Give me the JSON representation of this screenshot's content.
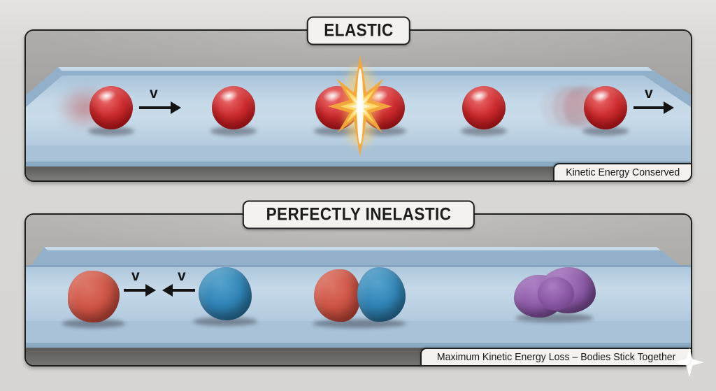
{
  "elastic_panel": {
    "title": "ELASTIC",
    "badge": "Kinetic Energy Conserved",
    "velocity_labels": [
      "v",
      "v"
    ]
  },
  "inelastic_panel": {
    "title": "PERFECTLY INELASTIC",
    "badge": "Maximum Kinetic Energy Loss – Bodies Stick Together",
    "velocity_labels": [
      "v",
      "v"
    ]
  },
  "icons": {
    "collision_flash": "starburst",
    "badge_sparkle": "four-point-star"
  },
  "colors": {
    "background": "#d8d7d3",
    "panel_interior": "#9b9a96",
    "track_surface": "#c3d7e8",
    "track_edge": "#92b0ca",
    "ball_red": "#cc2b2e",
    "clay_red": "#cf5747",
    "clay_blue": "#2f83b5",
    "clay_purple": "#8a57a5",
    "flash_orange": "#f3a93c",
    "label_box_bg": "#f3f2ee",
    "border": "#1f1f1f"
  }
}
